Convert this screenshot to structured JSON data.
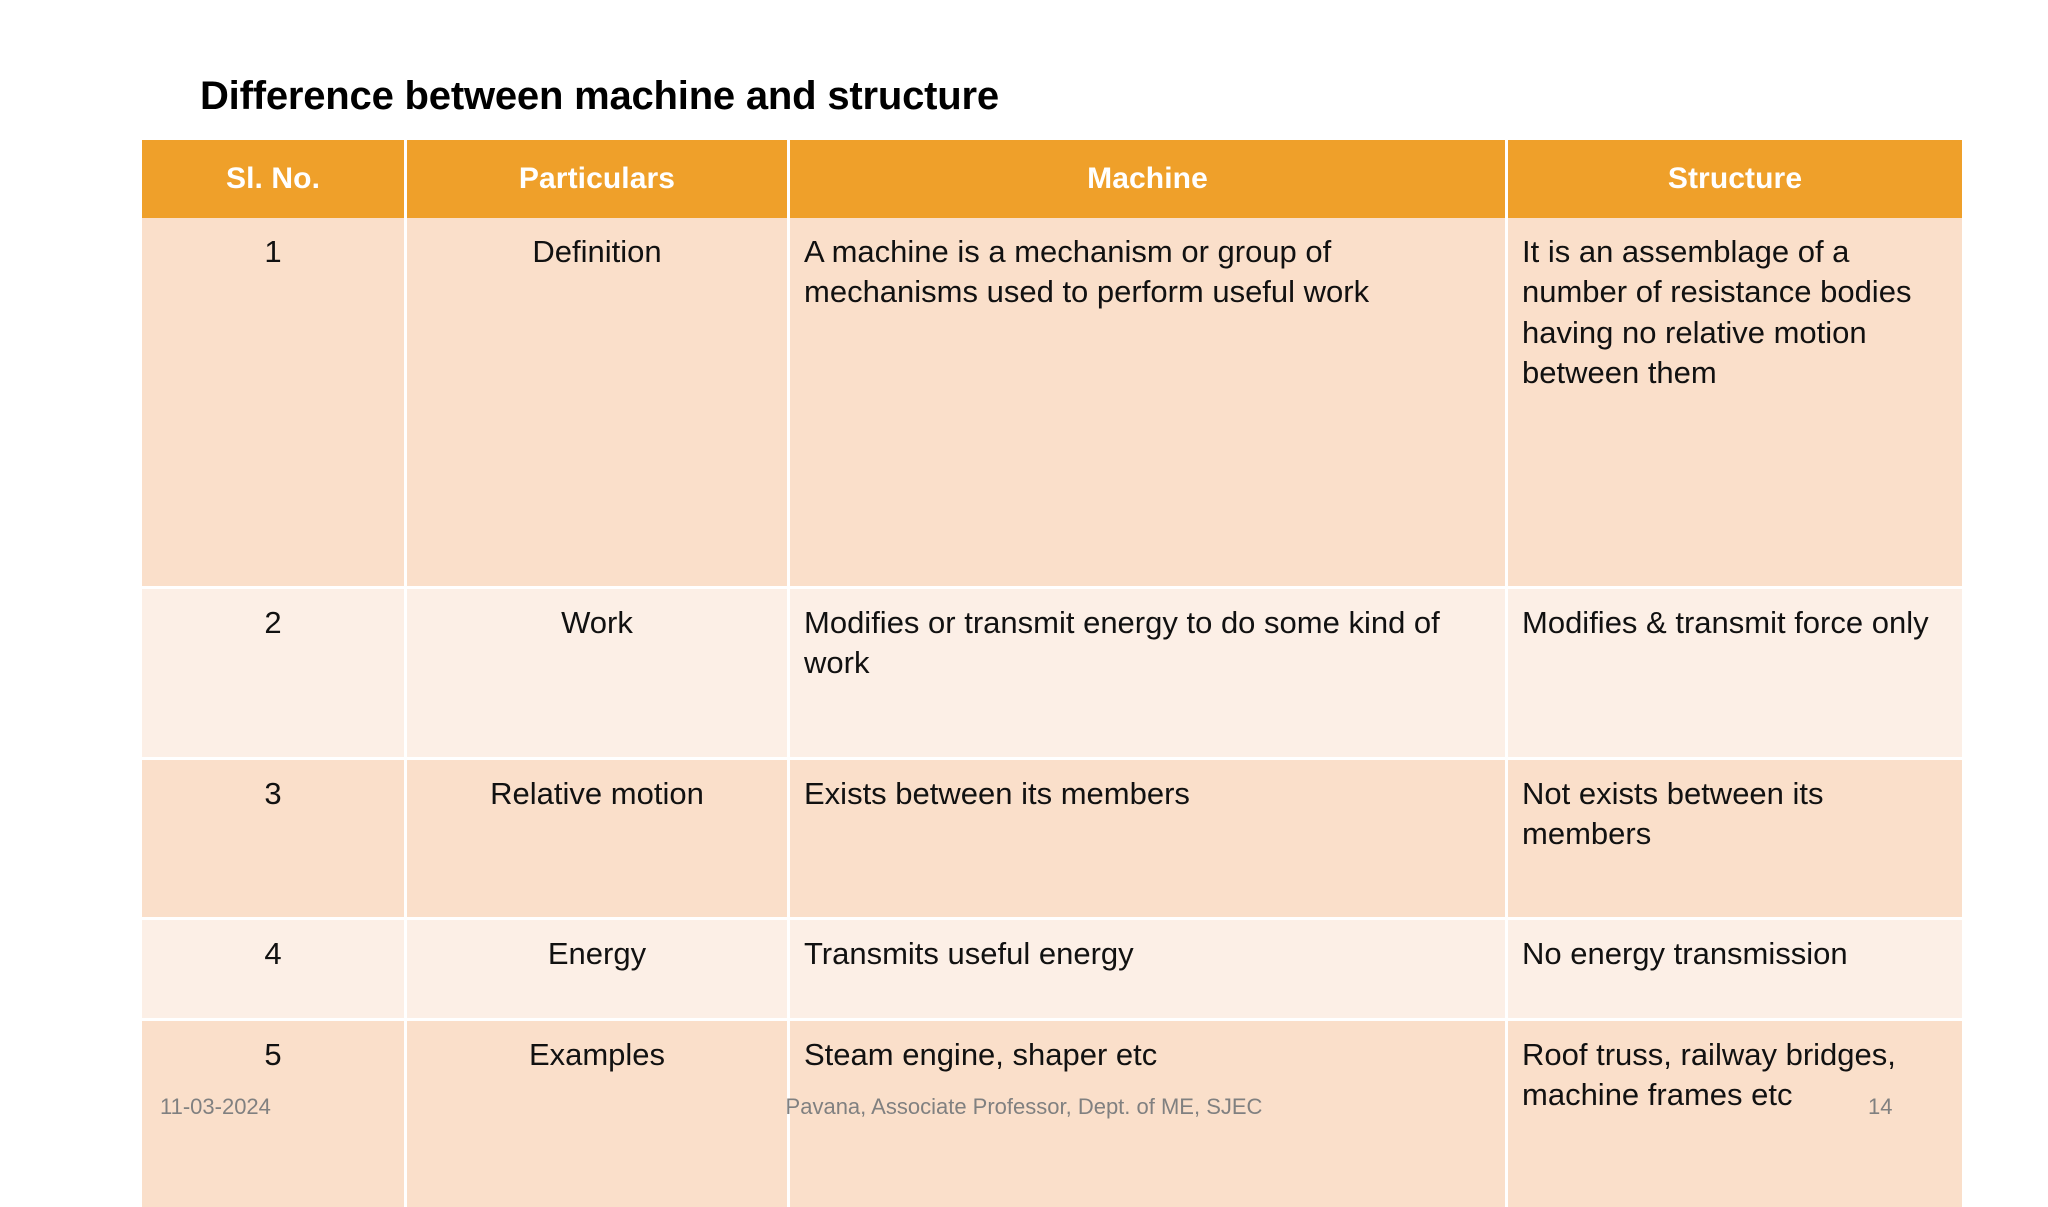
{
  "slide": {
    "title": "Difference between machine and structure",
    "page_number": "14",
    "accent_color": "#EFA02A",
    "row_band_dark": "#FADFCA",
    "row_band_light": "#FCEFE6"
  },
  "table": {
    "headers": {
      "sl_no": "Sl. No.",
      "particulars": "Particulars",
      "machine": "Machine",
      "structure": "Structure"
    },
    "rows": [
      {
        "sl_no": "1",
        "particulars": "Definition",
        "machine": "A machine is a mechanism or group of mechanisms used to perform useful work",
        "structure": "It is an assemblage of a number of resistance bodies having no relative motion between them"
      },
      {
        "sl_no": "2",
        "particulars": "Work",
        "machine": "Modifies or transmit energy to do some kind of work",
        "structure": "Modifies & transmit force only"
      },
      {
        "sl_no": "3",
        "particulars": "Relative motion",
        "machine": "Exists between its members",
        "structure": "Not exists between its members"
      },
      {
        "sl_no": "4",
        "particulars": "Energy",
        "machine": "Transmits useful energy",
        "structure": "No energy transmission"
      },
      {
        "sl_no": "5",
        "particulars": "Examples",
        "machine": "Steam engine, shaper etc",
        "structure": "Roof truss, railway bridges, machine frames etc"
      }
    ]
  },
  "footer": {
    "date": "11-03-2024",
    "credit": "Pavana, Associate Professor, Dept. of ME, SJEC",
    "page": "14"
  }
}
